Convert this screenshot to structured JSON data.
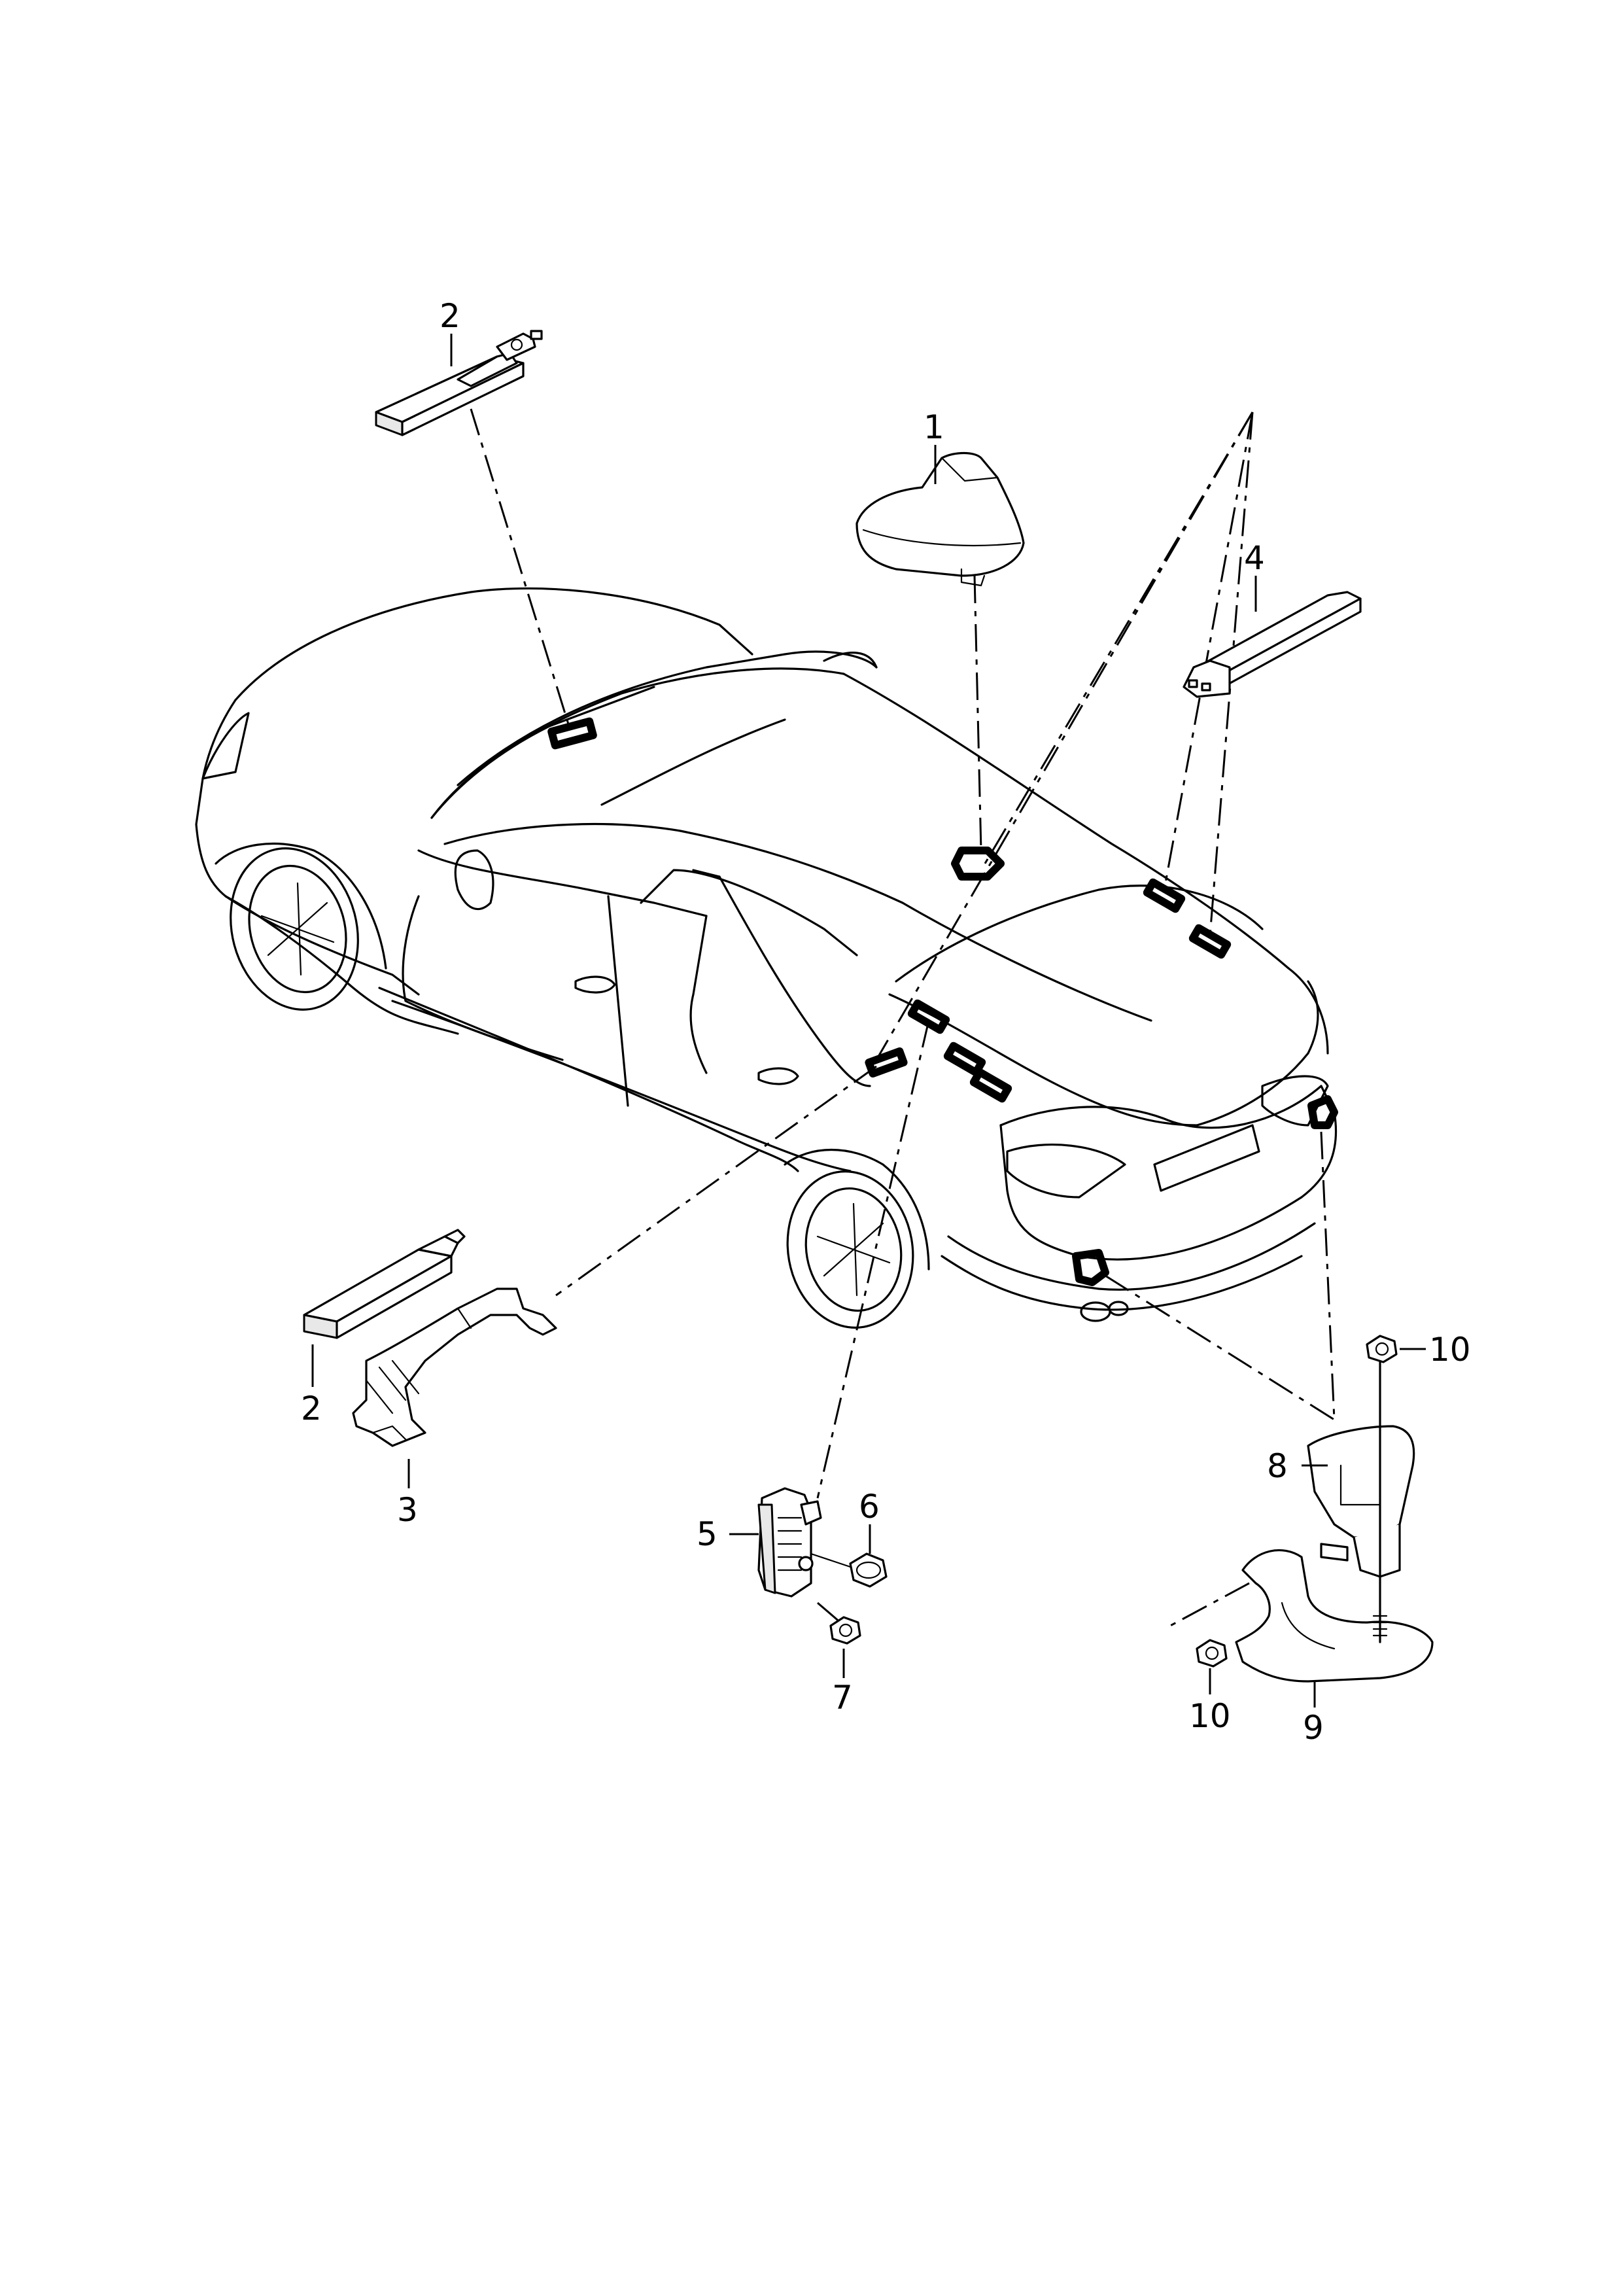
{
  "callouts": {
    "c1": "1",
    "c2_top": "2",
    "c2_bottom": "2",
    "c3": "3",
    "c4": "4",
    "c5": "5",
    "c6": "6",
    "c7": "7",
    "c8": "8",
    "c9": "9",
    "c10_top": "10",
    "c10_bottom": "10"
  },
  "icons": {
    "vehicle": "car-rear-three-quarter-icon",
    "antenna": "roof-fin-antenna-icon",
    "amplifier": "antenna-amplifier-icon",
    "bracket": "bracket-icon",
    "module": "control-module-icon",
    "nut": "hex-nut-icon",
    "sensor": "rear-sensor-icon"
  }
}
